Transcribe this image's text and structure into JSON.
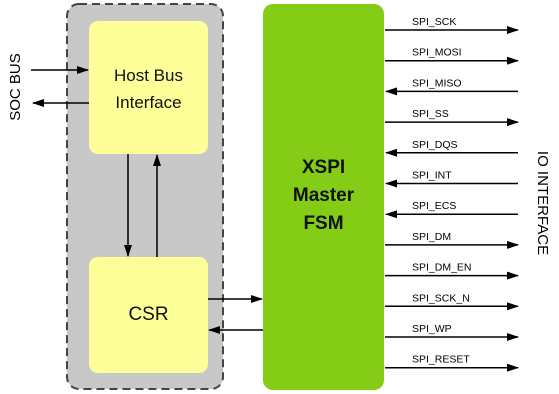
{
  "host_bus_interface": {
    "line1": "Host Bus",
    "line2": "Interface"
  },
  "csr": {
    "label": "CSR"
  },
  "fsm": {
    "line1": "XSPI",
    "line2": "Master",
    "line3": "FSM"
  },
  "soc_bus_label": "SOC BUS",
  "io_interface_label": "IO INTERFACE",
  "signals": [
    {
      "name": "SPI_SCK",
      "direction": "out"
    },
    {
      "name": "SPI_MOSI",
      "direction": "out"
    },
    {
      "name": "SPI_MISO",
      "direction": "in"
    },
    {
      "name": "SPI_SS",
      "direction": "out"
    },
    {
      "name": "SPI_DQS",
      "direction": "in"
    },
    {
      "name": "SPI_INT",
      "direction": "in"
    },
    {
      "name": "SPI_ECS",
      "direction": "in"
    },
    {
      "name": "SPI_DM",
      "direction": "out"
    },
    {
      "name": "SPI_DM_EN",
      "direction": "out"
    },
    {
      "name": "SPI_SCK_N",
      "direction": "out"
    },
    {
      "name": "SPI_WP",
      "direction": "out"
    },
    {
      "name": "SPI_RESET",
      "direction": "out"
    }
  ],
  "colors": {
    "outer_fill": "#c8c8c8",
    "block_fill": "#ffff99",
    "fsm_fill": "#84cc16",
    "line": "#000000"
  }
}
